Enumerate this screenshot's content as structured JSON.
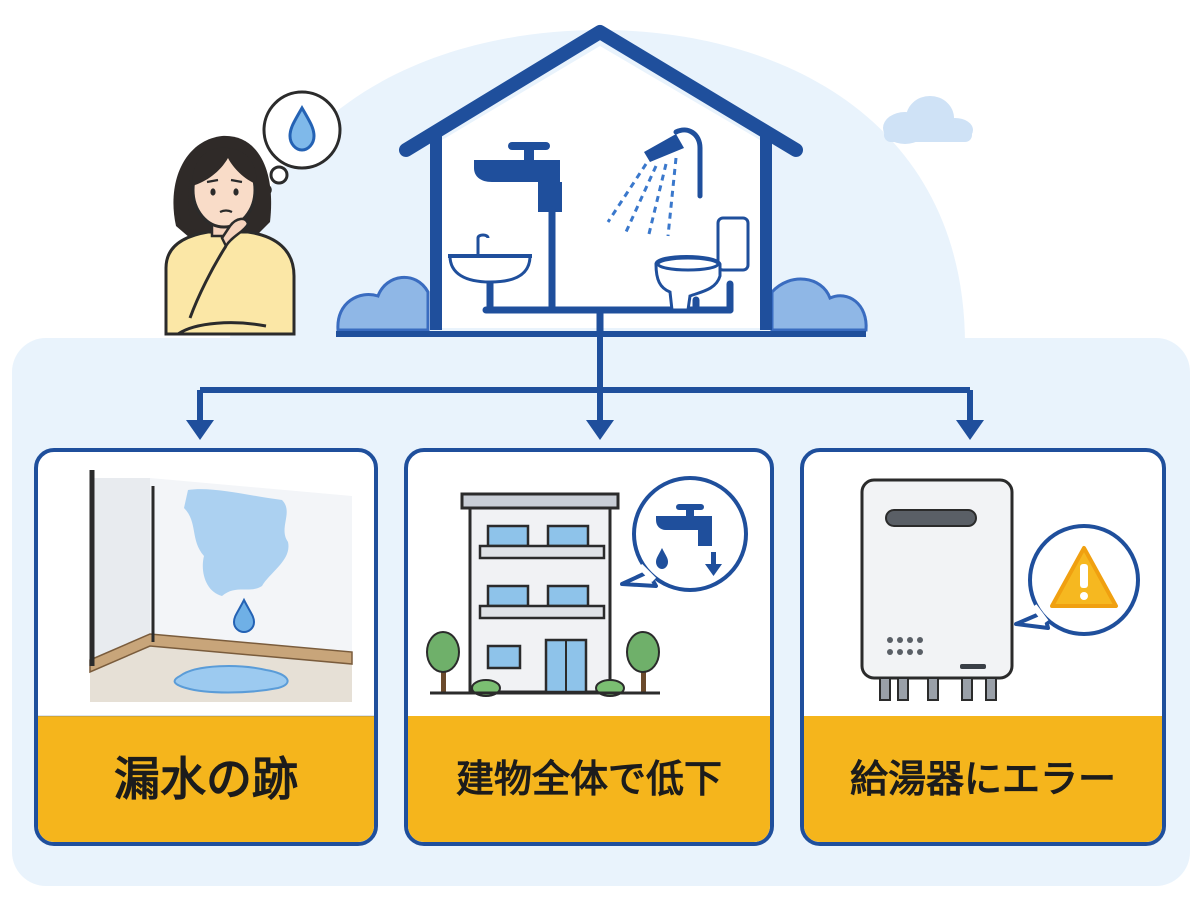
{
  "cards": [
    {
      "label": "漏水の跡"
    },
    {
      "label": "建物全体で低下"
    },
    {
      "label": "給湯器にエラー"
    }
  ],
  "icons": {
    "thought": "water-drop-icon",
    "building_bubble": "faucet-down-arrow-icon",
    "heater_bubble": "warning-icon"
  },
  "colors": {
    "primary_blue": "#1f4f9c",
    "light_blue_bg": "#e9f3fc",
    "label_yellow": "#f5b51c",
    "water_blue": "#8ec3ea",
    "warning_yellow": "#f6b820"
  }
}
